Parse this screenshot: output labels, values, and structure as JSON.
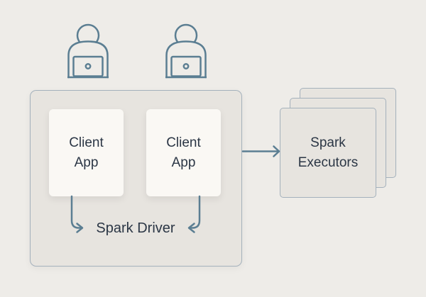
{
  "colors": {
    "page_bg": "#eeece8",
    "panel_fill": "#e7e4df",
    "card_fill": "#faf8f4",
    "border": "#a4b1bc",
    "stroke_accent": "#5b7e92",
    "text": "#2b3645"
  },
  "users": [
    {
      "icon": "user-laptop-icon"
    },
    {
      "icon": "user-laptop-icon"
    }
  ],
  "cluster": {
    "client_apps": [
      {
        "line1": "Client",
        "line2": "App"
      },
      {
        "line1": "Client",
        "line2": "App"
      }
    ],
    "driver_label": "Spark Driver"
  },
  "executors": {
    "line1": "Spark",
    "line2": "Executors"
  }
}
